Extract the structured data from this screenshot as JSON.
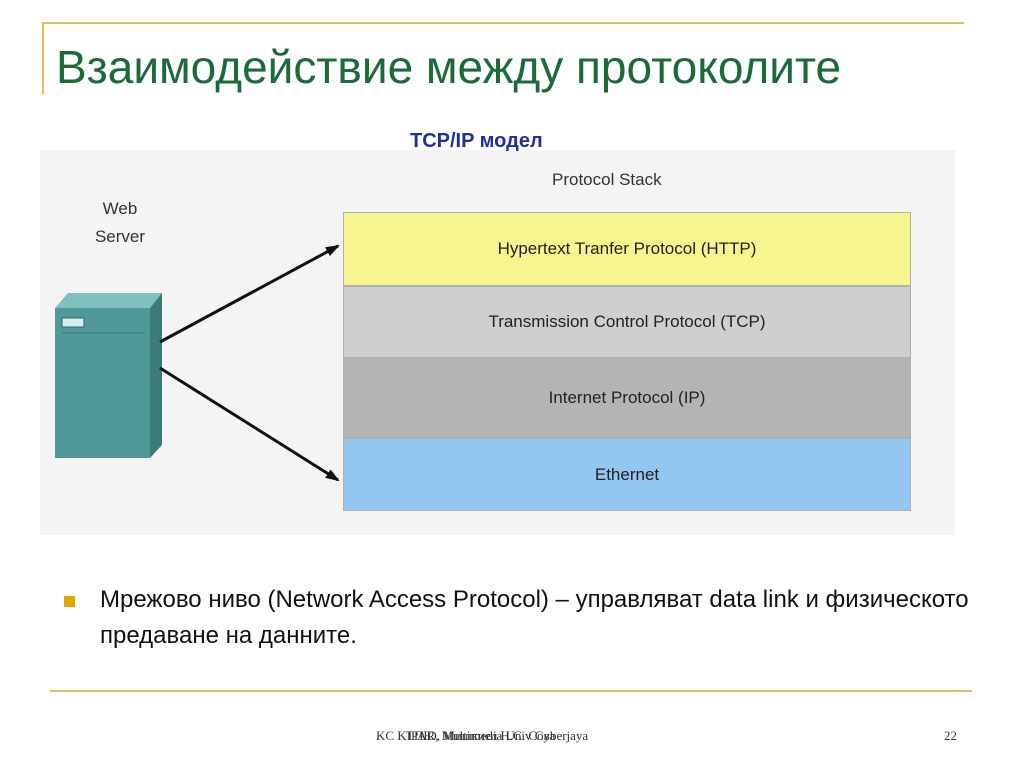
{
  "slide": {
    "title": "Взаимодействие между протоколите",
    "subtitle": "TCP/IP модел"
  },
  "diagram": {
    "stack_label": "Protocol Stack",
    "server_label": "Web\nServer",
    "layers": [
      {
        "label": "Hypertext Tranfer Protocol (HTTP)",
        "color": "#f7f58e"
      },
      {
        "label": "Transmission Control Protocol (TCP)",
        "color": "#cfcfcf"
      },
      {
        "label": "Internet Protocol (IP)",
        "color": "#b4b4b4"
      },
      {
        "label": "Ethernet",
        "color": "#94c6f2"
      }
    ],
    "server_color": "#4f9a98",
    "arrow_color": "#111111"
  },
  "bullets": [
    {
      "text": "Мрежово ниво (Network Access Protocol) – управляват data link  и физическото предаване на данните."
    }
  ],
  "footer": {
    "left_text": "KC KIPAR, Multimedia Univ Cyberjaya",
    "overlap_text": "ТПЮ, Мишкиел Н.С. Сова",
    "page_number": "22"
  },
  "colors": {
    "title": "#1b6b3a",
    "subtitle": "#1f2f9e",
    "accent_rule": "#e0c060",
    "bullet": "#e0a800"
  }
}
